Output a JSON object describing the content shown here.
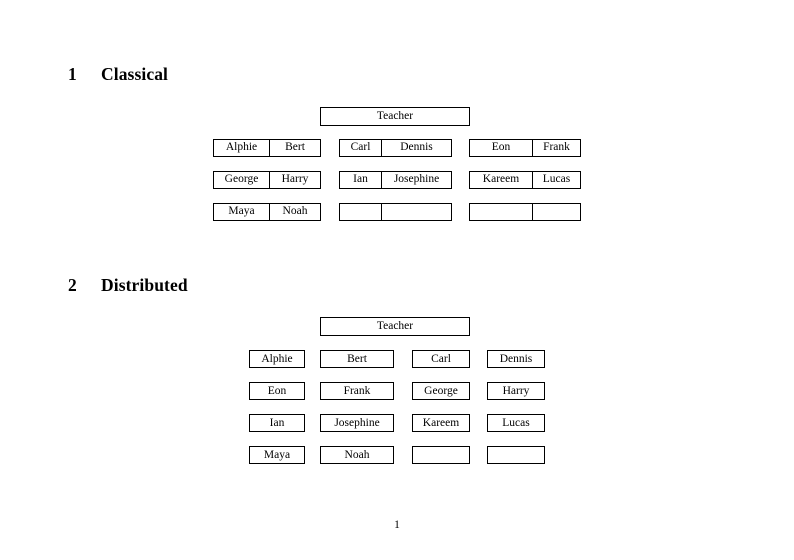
{
  "document": {
    "page_number": "1"
  },
  "sections": [
    {
      "number": "1",
      "title": "Classical",
      "teacher_label": "Teacher",
      "layout": "paired-cells",
      "groups": [
        {
          "rows": [
            {
              "cells": [
                "Alphie",
                "Bert"
              ]
            },
            {
              "cells": [
                "George",
                "Harry"
              ]
            },
            {
              "cells": [
                "Maya",
                "Noah"
              ]
            }
          ]
        },
        {
          "rows": [
            {
              "cells": [
                "Carl",
                "Dennis"
              ]
            },
            {
              "cells": [
                "Ian",
                "Josephine"
              ]
            },
            {
              "cells": [
                "",
                ""
              ]
            }
          ]
        },
        {
          "rows": [
            {
              "cells": [
                "Eon",
                "Frank"
              ]
            },
            {
              "cells": [
                "Kareem",
                "Lucas"
              ]
            },
            {
              "cells": [
                "",
                ""
              ]
            }
          ]
        }
      ]
    },
    {
      "number": "2",
      "title": "Distributed",
      "teacher_label": "Teacher",
      "layout": "single-cells",
      "rows": [
        {
          "cells": [
            "Alphie",
            "Bert",
            "Carl",
            "Dennis"
          ]
        },
        {
          "cells": [
            "Eon",
            "Frank",
            "George",
            "Harry"
          ]
        },
        {
          "cells": [
            "Ian",
            "Josephine",
            "Kareem",
            "Lucas"
          ]
        },
        {
          "cells": [
            "Maya",
            "Noah",
            "",
            ""
          ]
        }
      ]
    }
  ],
  "colors": {
    "page_background": "#ffffff",
    "text": "#000000",
    "box_border": "#000000"
  }
}
